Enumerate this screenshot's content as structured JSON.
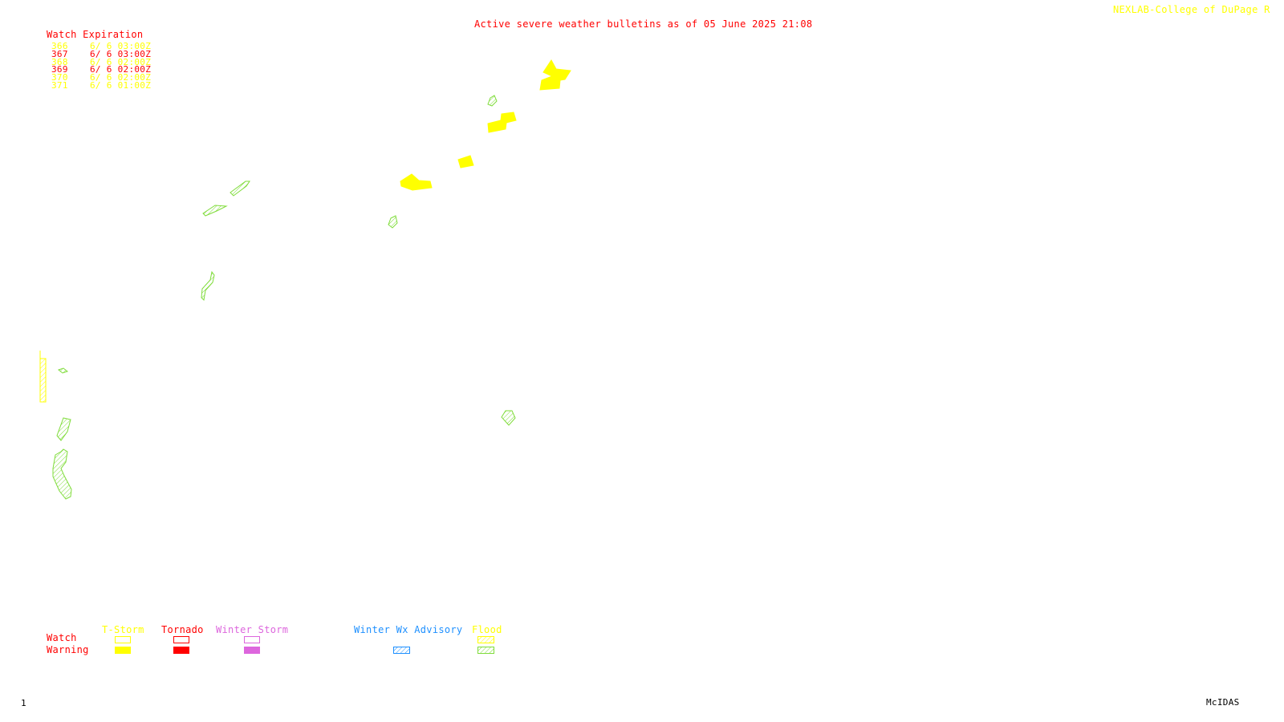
{
  "header": {
    "title": "Active severe weather bulletins as of 05 June 2025 21:08",
    "credit": "NEXLAB-College of DuPage R"
  },
  "watch_panel": {
    "heading": "Watch Expiration",
    "rows": [
      {
        "number": "366",
        "expires": "6/ 6 03:00Z",
        "color": "#ffff00"
      },
      {
        "number": "367",
        "expires": "6/ 6 03:00Z",
        "color": "#ff0000"
      },
      {
        "number": "368",
        "expires": "6/ 6 02:00Z",
        "color": "#ffff00"
      },
      {
        "number": "369",
        "expires": "6/ 6 02:00Z",
        "color": "#ff0000"
      },
      {
        "number": "370",
        "expires": "6/ 6 02:00Z",
        "color": "#ffff00"
      },
      {
        "number": "371",
        "expires": "6/ 6 01:00Z",
        "color": "#ffff00"
      }
    ]
  },
  "legend": {
    "row_labels": {
      "watch": "Watch",
      "warning": "Warning"
    },
    "columns": [
      {
        "label": "T-Storm",
        "color": "#ffff00",
        "style": "solid"
      },
      {
        "label": "Tornado",
        "color": "#ff0000",
        "style": "solid"
      },
      {
        "label": "Winter Storm",
        "color": "#dd66dd",
        "style": "solid"
      },
      {
        "label": "Winter Wx Advisory",
        "color": "#1e90ff",
        "style": "hatched"
      },
      {
        "label": "Flood",
        "color": "#ffff00",
        "warning_color": "#7fdc3a",
        "style": "hatched"
      }
    ]
  },
  "footer": {
    "frame_number": "1",
    "software": "McIDAS"
  },
  "colors": {
    "tstorm_warning": "#ffff00",
    "flood_warning": "#7fdc3a",
    "tornado": "#ff0000"
  }
}
